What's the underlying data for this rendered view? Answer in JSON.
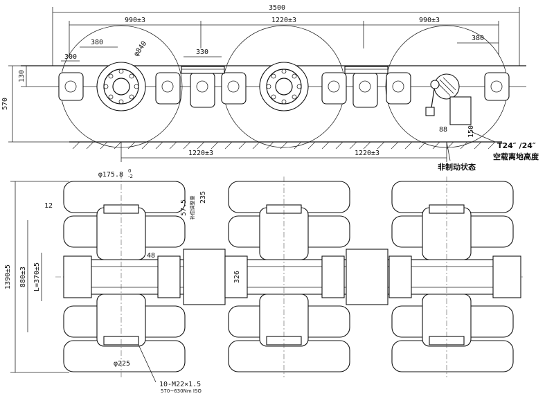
{
  "top_view": {
    "overall_length": "3500",
    "left_spacing": "990±3",
    "center_spacing": "1220±3",
    "right_spacing": "990±3",
    "dim_380_left": "380",
    "dim_380_right": "380",
    "dim_330": "330",
    "dim_300": "300",
    "wheel_dia": "φ840",
    "dim_130": "130",
    "height_570": "570",
    "dim_88": "88",
    "dim_150": "150",
    "bottom_left_1220": "1220±3",
    "bottom_right_1220": "1220±3"
  },
  "labels": {
    "tire_spec": "T24″ /24″",
    "unloaded_height": "空载离地高度",
    "non_brake_state": "非制动状态"
  },
  "plan_view": {
    "dia_175": "φ175.8",
    "tol_175_upper": "0",
    "tol_175_lower": "-2",
    "dim_235": "235",
    "dim_57_5": "57.5",
    "vertical_note": "补偿调整量",
    "dim_12": "12",
    "dim_48": "48",
    "dim_326": "326",
    "height_1390": "1390±5",
    "height_880": "880±3",
    "dim_l370": "L=370±5",
    "dia_225": "φ225",
    "bolt_spec": "10-M22×1.5",
    "torque_spec": "570~630Nm ISO"
  }
}
